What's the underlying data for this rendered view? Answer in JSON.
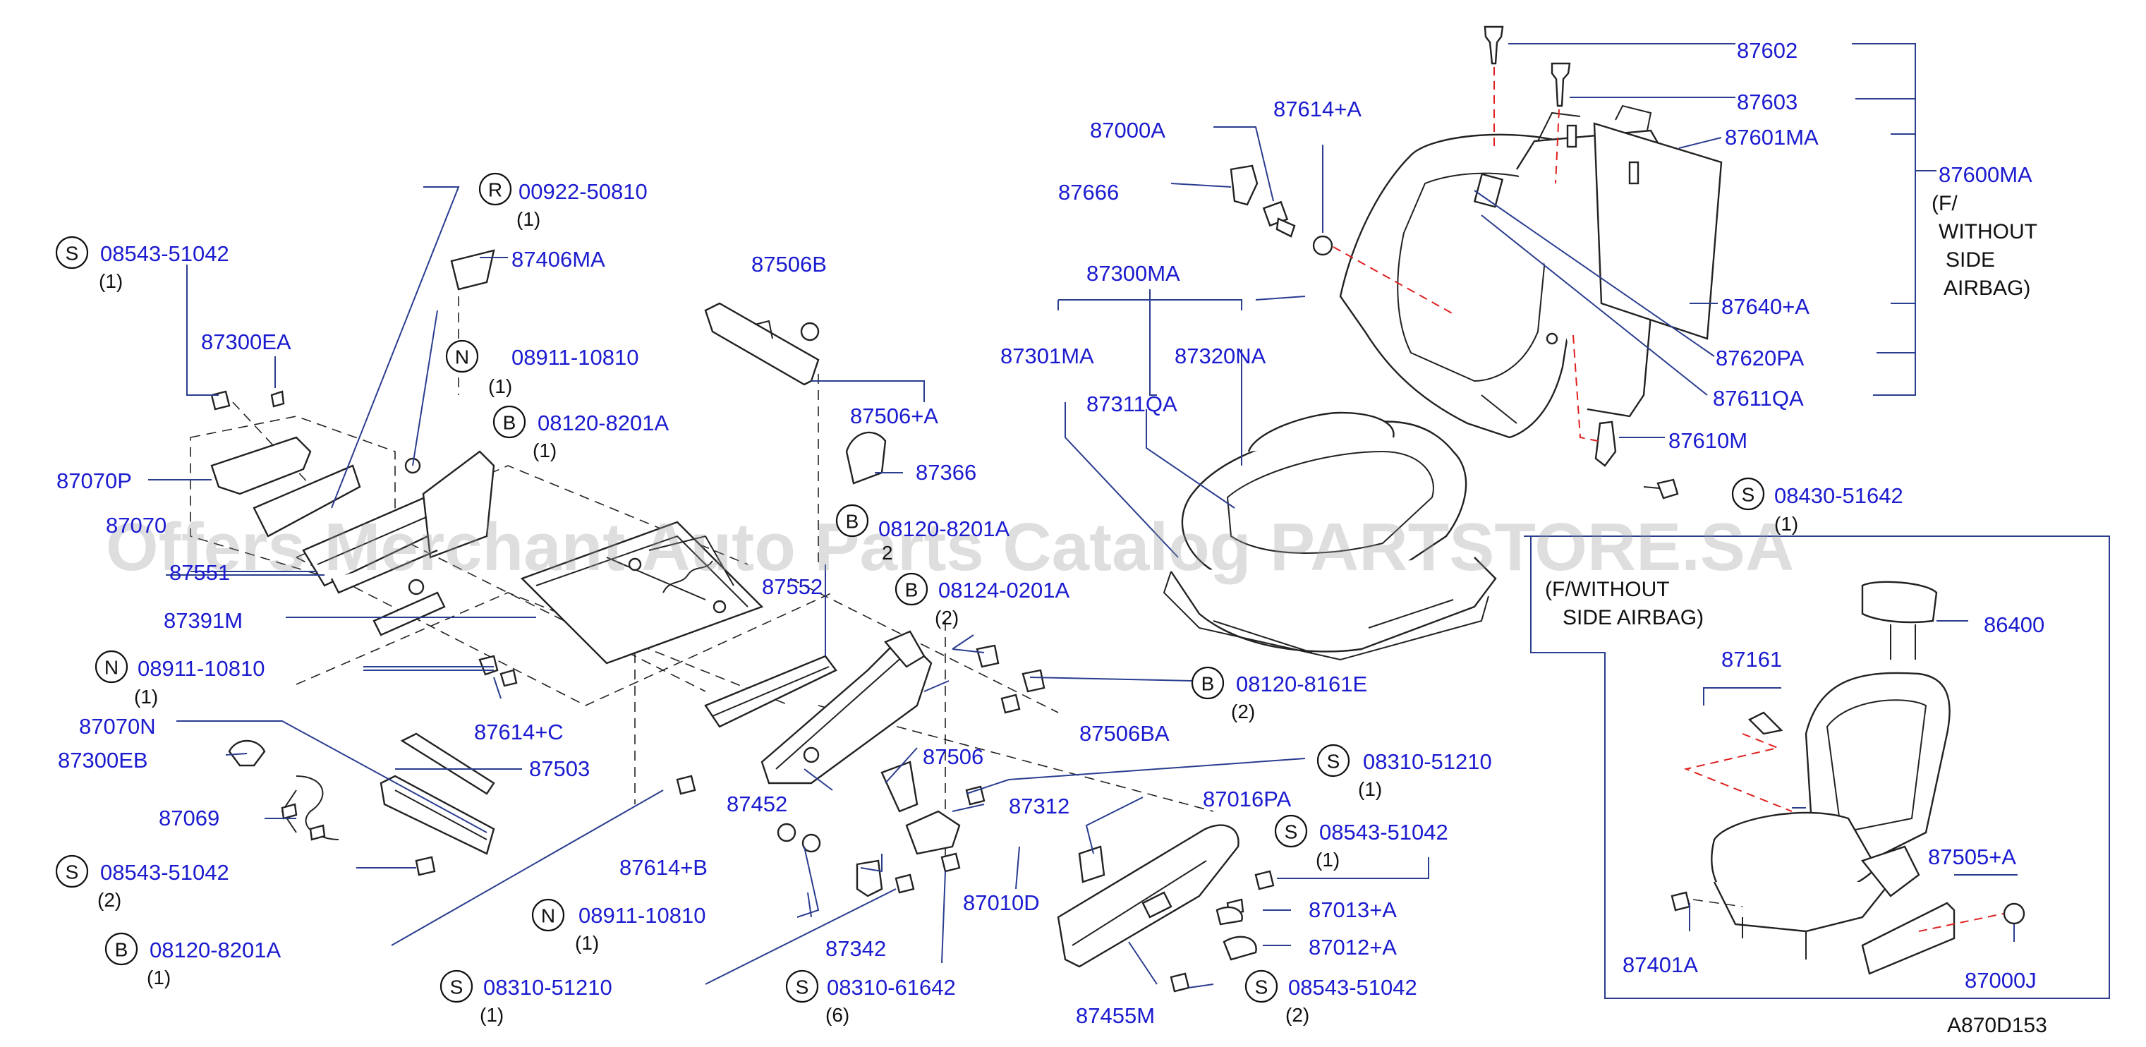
{
  "watermark": "Offers Merchant Auto Parts Catalog PARTSTORE.SA",
  "diagram_code": "A870D153",
  "inset_note": [
    "(F/WITHOUT",
    "SIDE   AIRBAG)"
  ],
  "group_note": [
    "(F/",
    "WITHOUT",
    "SIDE",
    "AIRBAG)"
  ],
  "labels": [
    {
      "id": "p87602",
      "text": "87602"
    },
    {
      "id": "p87603",
      "text": "87603"
    },
    {
      "id": "p87601MA",
      "text": "87601MA"
    },
    {
      "id": "p87600MA",
      "text": "87600MA"
    },
    {
      "id": "p87640A",
      "text": "87640+A"
    },
    {
      "id": "p87620PA",
      "text": "87620PA"
    },
    {
      "id": "p87611QA",
      "text": "87611QA"
    },
    {
      "id": "p87610M",
      "text": "87610M"
    },
    {
      "id": "p87000A",
      "text": "87000A"
    },
    {
      "id": "p87614A",
      "text": "87614+A"
    },
    {
      "id": "p87666",
      "text": "87666"
    },
    {
      "id": "p87300MA",
      "text": "87300MA"
    },
    {
      "id": "p87301MA",
      "text": "87301MA"
    },
    {
      "id": "p87320NA",
      "text": "87320NA"
    },
    {
      "id": "p87311QA",
      "text": "87311QA"
    },
    {
      "id": "p87406MA",
      "text": "87406MA"
    },
    {
      "id": "p87300EA",
      "text": "87300EA"
    },
    {
      "id": "p87070P",
      "text": "87070P"
    },
    {
      "id": "p87070",
      "text": "87070"
    },
    {
      "id": "p87551",
      "text": "87551"
    },
    {
      "id": "p87391M",
      "text": "87391M"
    },
    {
      "id": "p87506B",
      "text": "87506B"
    },
    {
      "id": "p87506A",
      "text": "87506+A"
    },
    {
      "id": "p87366",
      "text": "87366"
    },
    {
      "id": "p87552",
      "text": "87552"
    },
    {
      "id": "p87614C",
      "text": "87614+C"
    },
    {
      "id": "p87070N",
      "text": "87070N"
    },
    {
      "id": "p87300EB",
      "text": "87300EB"
    },
    {
      "id": "p87503",
      "text": "87503"
    },
    {
      "id": "p87069",
      "text": "87069"
    },
    {
      "id": "p87506BA",
      "text": "87506BA"
    },
    {
      "id": "p87506",
      "text": "87506"
    },
    {
      "id": "p87452",
      "text": "87452"
    },
    {
      "id": "p87312",
      "text": "87312"
    },
    {
      "id": "p87016PA",
      "text": "87016PA"
    },
    {
      "id": "p87614B",
      "text": "87614+B"
    },
    {
      "id": "p87010D",
      "text": "87010D"
    },
    {
      "id": "p87013A",
      "text": "87013+A"
    },
    {
      "id": "p87012A",
      "text": "87012+A"
    },
    {
      "id": "p87342",
      "text": "87342"
    },
    {
      "id": "p87455M",
      "text": "87455M"
    },
    {
      "id": "p86400",
      "text": "86400"
    },
    {
      "id": "p87161",
      "text": "87161"
    },
    {
      "id": "p87505A",
      "text": "87505+A"
    },
    {
      "id": "p87401A",
      "text": "87401A"
    },
    {
      "id": "p87000J",
      "text": "87000J"
    }
  ],
  "callouts": [
    {
      "id": "cR",
      "letter": "R",
      "part": "00922-50810",
      "qty": "(1)"
    },
    {
      "id": "cS1",
      "letter": "S",
      "part": "08543-51042",
      "qty": "(1)"
    },
    {
      "id": "cN1",
      "letter": "N",
      "part": "08911-10810",
      "qty": "(1)"
    },
    {
      "id": "cB1",
      "letter": "B",
      "part": "08120-8201A",
      "qty": "(1)"
    },
    {
      "id": "cB2",
      "letter": "B",
      "part": "08120-8201A",
      "qty": "2"
    },
    {
      "id": "cB3",
      "letter": "B",
      "part": "08124-0201A",
      "qty": "(2)"
    },
    {
      "id": "cN2",
      "letter": "N",
      "part": "08911-10810",
      "qty": "(1)"
    },
    {
      "id": "cB4",
      "letter": "B",
      "part": "08120-8161E",
      "qty": "(2)"
    },
    {
      "id": "cS2",
      "letter": "S",
      "part": "08310-51210",
      "qty": "(1)"
    },
    {
      "id": "cS3",
      "letter": "S",
      "part": "08543-51042",
      "qty": "(1)"
    },
    {
      "id": "cS4",
      "letter": "S",
      "part": "08543-51042",
      "qty": "(2)"
    },
    {
      "id": "cN3",
      "letter": "N",
      "part": "08911-10810",
      "qty": "(1)"
    },
    {
      "id": "cB5",
      "letter": "B",
      "part": "08120-8201A",
      "qty": "(1)"
    },
    {
      "id": "cS5",
      "letter": "S",
      "part": "08310-51210",
      "qty": "(1)"
    },
    {
      "id": "cS6",
      "letter": "S",
      "part": "08310-61642",
      "qty": "(6)"
    },
    {
      "id": "cS7",
      "letter": "S",
      "part": "08543-51042",
      "qty": "(2)"
    },
    {
      "id": "cS8",
      "letter": "S",
      "part": "08430-51642",
      "qty": "(1)"
    }
  ]
}
